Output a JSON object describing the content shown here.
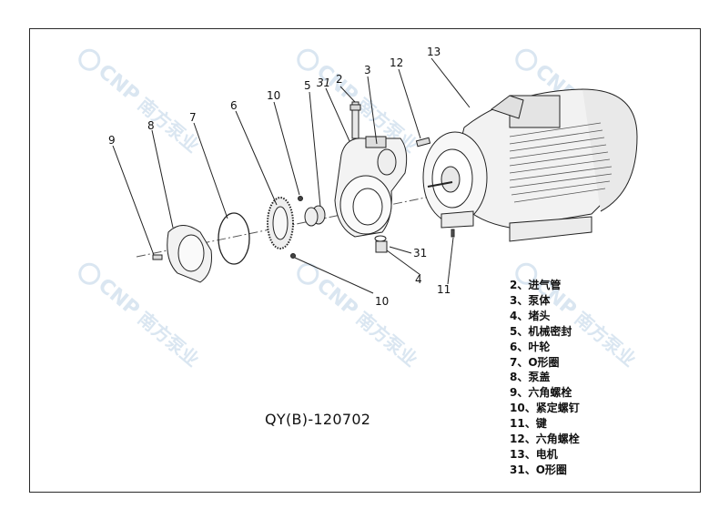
{
  "watermark": {
    "brand": "CNP",
    "cn": "南方泵业",
    "color": "#bcd3e6"
  },
  "model": "QY(B)-120702",
  "callouts": [
    "13",
    "12",
    "3",
    "2",
    "31",
    "5",
    "10",
    "6",
    "7",
    "8",
    "9",
    "31",
    "4",
    "11",
    "10"
  ],
  "legend": [
    "2、进气管",
    "3、泵体",
    "4、堵头",
    "5、机械密封",
    "6、叶轮",
    "7、O形圈",
    "8、泵盖",
    "9、六角螺栓",
    "10、紧定螺钉",
    "11、键",
    "12、六角螺栓",
    "13、电机",
    "31、O形圈"
  ]
}
